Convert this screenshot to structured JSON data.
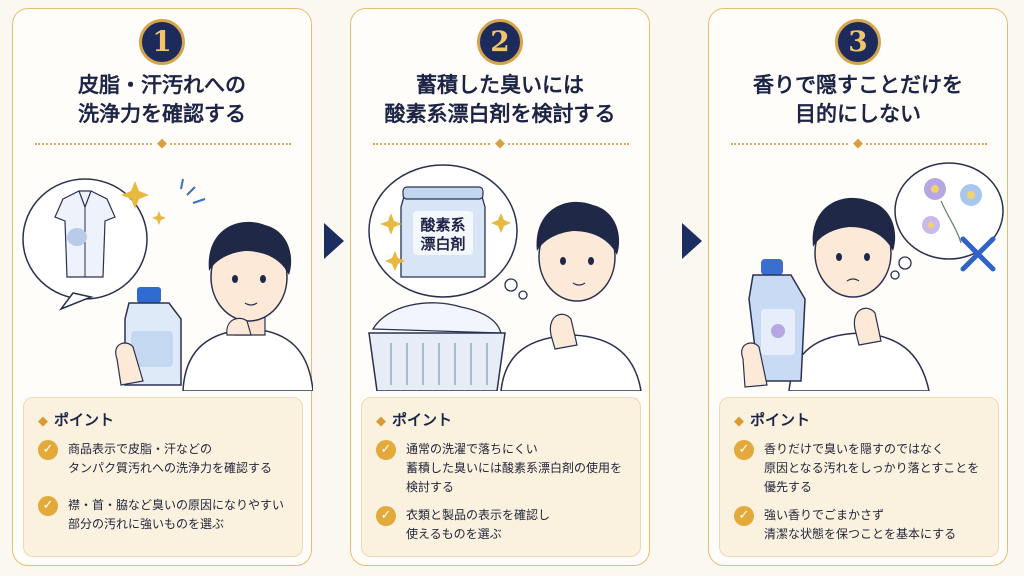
{
  "steps": [
    {
      "number": "1",
      "title": "皮脂・汗汚れへの\n洗浄力を確認する",
      "points_heading": "ポイント",
      "points": [
        "商品表示で皮脂・汗などの\nタンパク質汚れへの洗浄力を確認する",
        "襟・首・脇など臭いの原因になりやすい\n部分の汚れに強いものを選ぶ"
      ]
    },
    {
      "number": "2",
      "title": "蓄積した臭いには\n酸素系漂白剤を検討する",
      "illustration_label": "酸素系\n漂白剤",
      "points_heading": "ポイント",
      "points": [
        "通常の洗濯で落ちにくい\n蓄積した臭いには酸素系漂白剤の使用を\n検討する",
        "衣類と製品の表示を確認し\n使えるものを選ぶ"
      ]
    },
    {
      "number": "3",
      "title": "香りで隠すことだけを\n目的にしない",
      "points_heading": "ポイント",
      "points": [
        "香りだけで臭いを隠すのではなく\n原因となる汚れをしっかり落とすことを\n優先する",
        "強い香りでごまかさず\n清潔な状態を保つことを基本にする"
      ]
    }
  ],
  "colors": {
    "navy": "#1c2b5c",
    "gold": "#d7a44a",
    "check": "#e3a93a",
    "panel": "#fbf1df"
  }
}
